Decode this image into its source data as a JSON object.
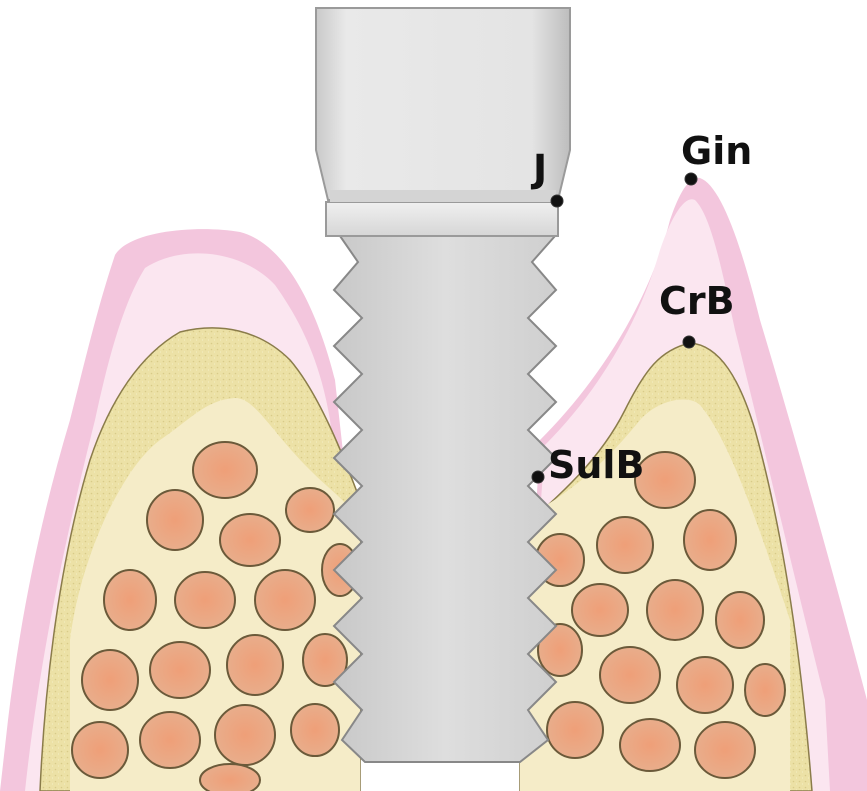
{
  "labels": {
    "j": "J",
    "gin": "Gin",
    "crb": "CrB",
    "sulb": "SulB"
  },
  "colors": {
    "gingiva_outer": "#f3c6dd",
    "gingiva_inner": "#fbe6f0",
    "cortical_bone": "#ece1a6",
    "cancellous_bone": "#f5ecc8",
    "marrow": "#e9a480",
    "implant_light": "#e2e2e2",
    "implant_dark": "#b8b8b8",
    "marker": "#111111"
  },
  "icons": {
    "implant": "dental-implant-icon",
    "markers": "point-marker-icon"
  }
}
